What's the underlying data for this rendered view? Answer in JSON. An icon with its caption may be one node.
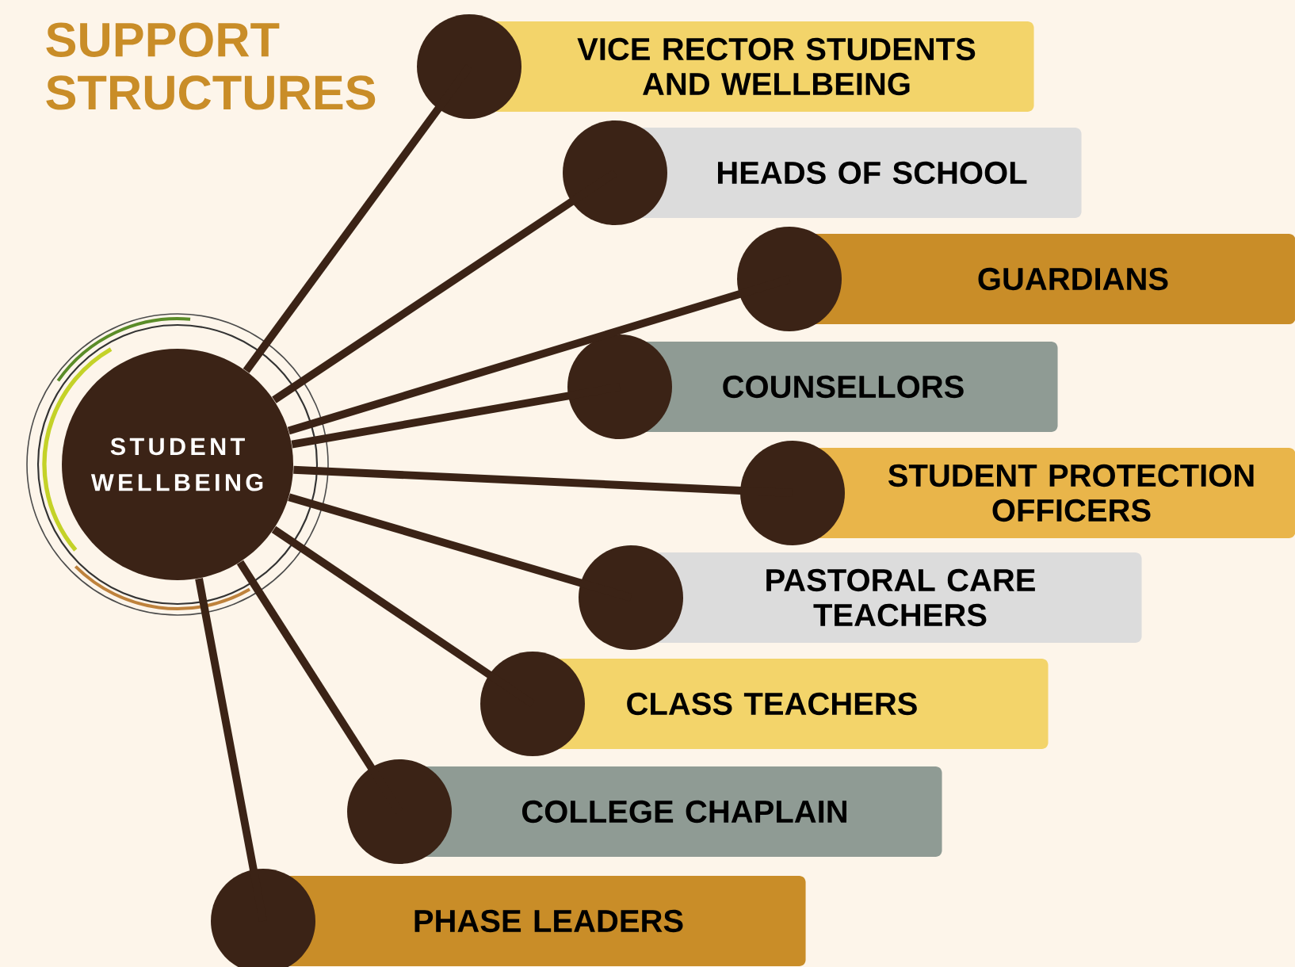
{
  "diagram": {
    "title": "SUPPORT STRUCTURES",
    "nodes": [
      {
        "text": [
          "STUDENT WELLBEING"
        ]
      },
      {
        "text": [
          "VICE RECTOR STUDENTS AND WELLBEING"
        ]
      },
      {
        "text": [
          "HEADS OF SCHOOL"
        ]
      },
      {
        "text": [
          "GUARDIANS"
        ]
      },
      {
        "text": [
          "COUNSELLORS"
        ]
      },
      {
        "text": [
          "STUDENT PROTECTION OFFICERS"
        ]
      },
      {
        "text": [
          "PASTORAL CARE TEACHERS"
        ]
      },
      {
        "text": [
          "CLASS TEACHERS"
        ]
      },
      {
        "text": [
          "COLLEGE CHAPLAIN"
        ]
      },
      {
        "text": [
          "PHASE LEADERS"
        ]
      }
    ],
    "edges": [
      {
        "from": 0,
        "to": 1,
        "arrow": "none"
      },
      {
        "from": 0,
        "to": 2,
        "arrow": "none"
      },
      {
        "from": 0,
        "to": 3,
        "arrow": "none"
      },
      {
        "from": 0,
        "to": 4,
        "arrow": "none"
      },
      {
        "from": 0,
        "to": 5,
        "arrow": "none"
      },
      {
        "from": 0,
        "to": 6,
        "arrow": "none"
      },
      {
        "from": 0,
        "to": 7,
        "arrow": "none"
      },
      {
        "from": 0,
        "to": 8,
        "arrow": "none"
      },
      {
        "from": 0,
        "to": 9,
        "arrow": "none"
      }
    ]
  }
}
